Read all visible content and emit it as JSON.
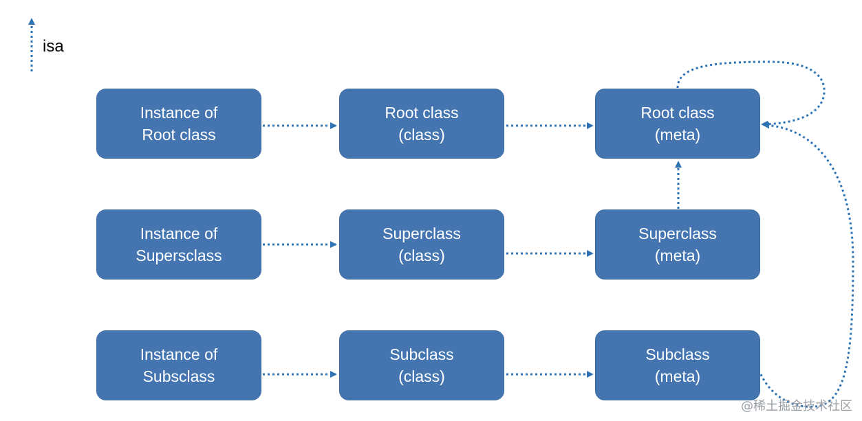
{
  "legend": {
    "label": "isa"
  },
  "nodes": {
    "instance_root": {
      "line1": "Instance of",
      "line2": "Root class"
    },
    "root_class": {
      "line1": "Root class",
      "line2": "(class)"
    },
    "root_meta": {
      "line1": "Root class",
      "line2": "(meta)"
    },
    "instance_super": {
      "line1": "Instance of",
      "line2": "Supersclass"
    },
    "super_class": {
      "line1": "Superclass",
      "line2": "(class)"
    },
    "super_meta": {
      "line1": "Superclass",
      "line2": "(meta)"
    },
    "instance_sub": {
      "line1": "Instance of",
      "line2": "Subsclass"
    },
    "sub_class": {
      "line1": "Subclass",
      "line2": "(class)"
    },
    "sub_meta": {
      "line1": "Subclass",
      "line2": "(meta)"
    }
  },
  "edges": [
    {
      "from": "instance_root",
      "to": "root_class",
      "type": "isa"
    },
    {
      "from": "root_class",
      "to": "root_meta",
      "type": "isa"
    },
    {
      "from": "root_meta",
      "to": "root_meta",
      "type": "isa"
    },
    {
      "from": "instance_super",
      "to": "super_class",
      "type": "isa"
    },
    {
      "from": "super_class",
      "to": "super_meta",
      "type": "isa"
    },
    {
      "from": "super_meta",
      "to": "root_meta",
      "type": "isa"
    },
    {
      "from": "instance_sub",
      "to": "sub_class",
      "type": "isa"
    },
    {
      "from": "sub_class",
      "to": "sub_meta",
      "type": "isa"
    },
    {
      "from": "sub_meta",
      "to": "root_meta",
      "type": "isa"
    }
  ],
  "colors": {
    "box_fill": "#4475b0",
    "box_text": "#ffffff",
    "arrow": "#2e74b5"
  },
  "watermark": "@稀土掘金技术社区"
}
